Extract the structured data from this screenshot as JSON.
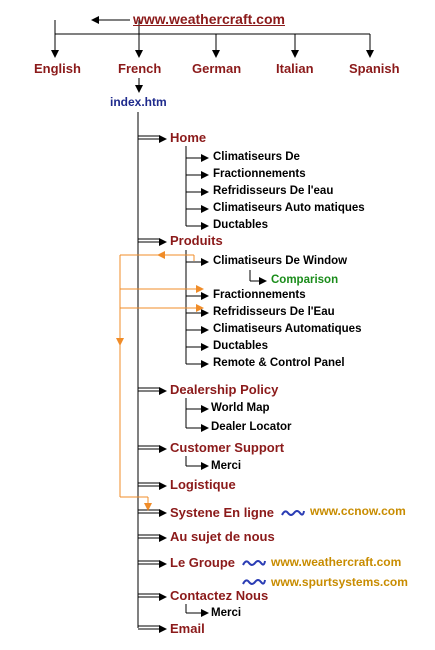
{
  "header": {
    "site_link": "www.weathercraft.com"
  },
  "languages": [
    "English",
    "French",
    "German",
    "Italian",
    "Spanish"
  ],
  "index": "index.htm",
  "sections": {
    "home": {
      "label": "Home",
      "items": [
        "Climatiseurs De",
        "Fractionnements",
        "Refridisseurs De l'eau",
        "Climatiseurs Auto matiques",
        "Ductables"
      ]
    },
    "produits": {
      "label": "Produits",
      "items": [
        "Climatiseurs De Window",
        "Fractionnements",
        "Refridisseurs De l'Eau",
        "Climatiseurs Automatiques",
        "Ductables",
        "Remote  & Control Panel"
      ],
      "comparison": "Comparison"
    },
    "dealership": {
      "label": "Dealership Policy",
      "items": [
        "World Map",
        "Dealer Locator"
      ]
    },
    "support": {
      "label": "Customer Support",
      "items": [
        "Merci"
      ]
    },
    "logistique": {
      "label": "Logistique"
    },
    "systene": {
      "label": "Systene En ligne",
      "url": "www.ccnow.com"
    },
    "au_sujet": {
      "label": "Au sujet de nous"
    },
    "groupe": {
      "label": "Le Groupe",
      "urls": [
        "www.weathercraft.com",
        "www.spurtsystems.com"
      ]
    },
    "contactez": {
      "label": "Contactez Nous",
      "items": [
        "Merci"
      ]
    },
    "email": {
      "label": "Email"
    }
  },
  "colors": {
    "dark_red": "#8b1a1a",
    "orange": "#f08c28",
    "gold": "#c88c00",
    "green": "#1a8c1a",
    "navy": "#1e2a8c",
    "wave_blue": "#2a3cb4"
  }
}
